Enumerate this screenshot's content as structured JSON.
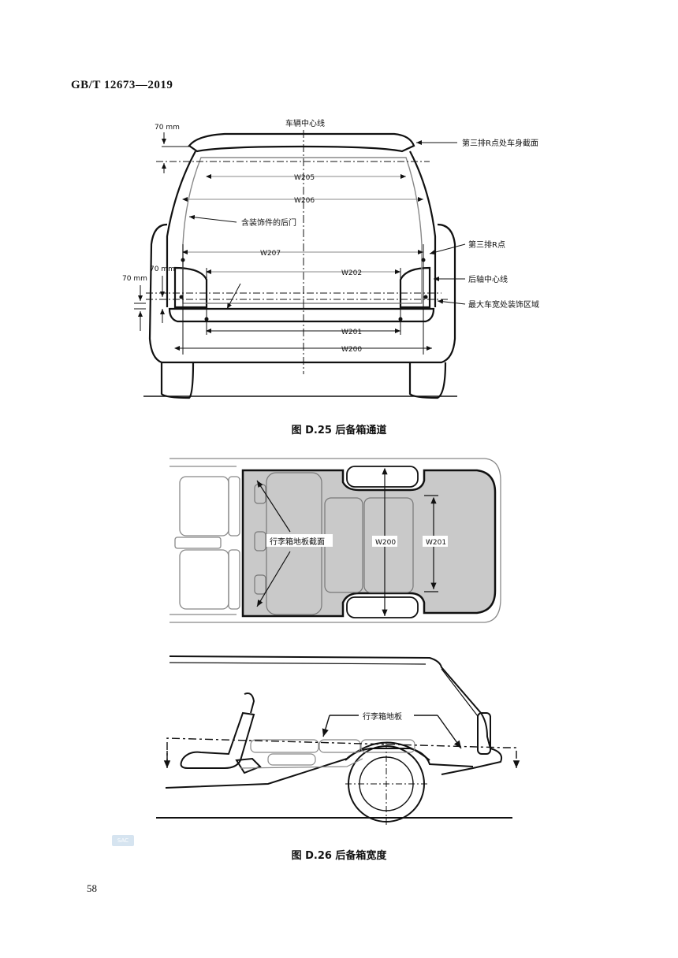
{
  "header": {
    "standard": "GB/T  12673—2019"
  },
  "figure_d25": {
    "caption": "图 D.25    后备箱通道",
    "labels": {
      "centerline": "车辆中心线",
      "body_section": "第三排R点处车身截面",
      "rear_door": "含装饰件的后门",
      "third_row_r": "第三排R点",
      "rear_axle_center": "后轴中心线",
      "max_width_trim": "最大车宽处装饰区域",
      "mm70_top": "70 mm",
      "mm70_left": "70 mm",
      "mm70_mid": "70 mm"
    },
    "dims": {
      "w205": "W205",
      "w206": "W206",
      "w207": "W207",
      "w202": "W202",
      "w201": "W201",
      "w200": "W200"
    }
  },
  "figure_d26": {
    "caption": "图 D.26    后备箱宽度",
    "labels": {
      "floor_section": "行李箱地板截面",
      "luggage_floor": "行李箱地板"
    },
    "dims": {
      "w200": "W200",
      "w201": "W201"
    }
  },
  "watermark": {
    "text": "SAC"
  },
  "page_number": "58"
}
